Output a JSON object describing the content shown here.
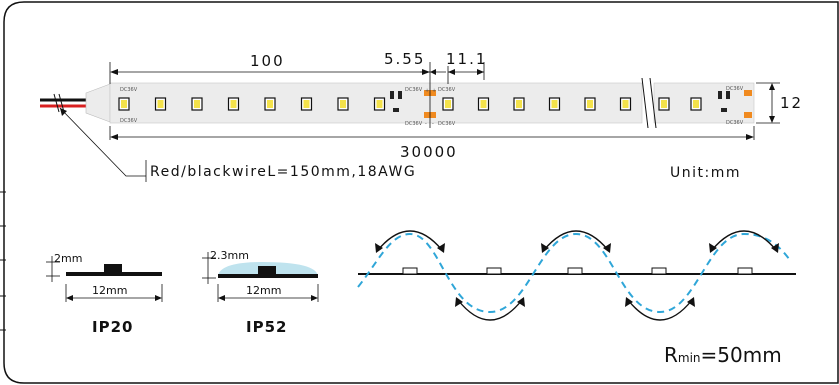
{
  "dimensions": {
    "pitch": "100",
    "cut_offset": "5.55",
    "cut_unit": "11.1",
    "width": "12",
    "total_length": "30000"
  },
  "wire_label": "Red/blackwireL=150mm,18AWG",
  "unit_label": "Unit:mm",
  "pcb_marks": {
    "dc36v": "DC36V",
    "plus": "+",
    "minus": "-"
  },
  "profiles": [
    {
      "name": "IP20",
      "height": "2mm",
      "width": "12mm"
    },
    {
      "name": "IP52",
      "height": "2.3mm",
      "width": "12mm"
    }
  ],
  "bend": {
    "r_prefix": "R",
    "r_sub": "min",
    "r_value": "=50mm"
  },
  "colors": {
    "strip_bg": "#ececec",
    "led_yellow": "#f4e24a",
    "orange_pad": "#f08a1f",
    "wire_red": "#d92020",
    "bend_line": "#2fa6d8",
    "silicone": "#bfe3ee"
  }
}
